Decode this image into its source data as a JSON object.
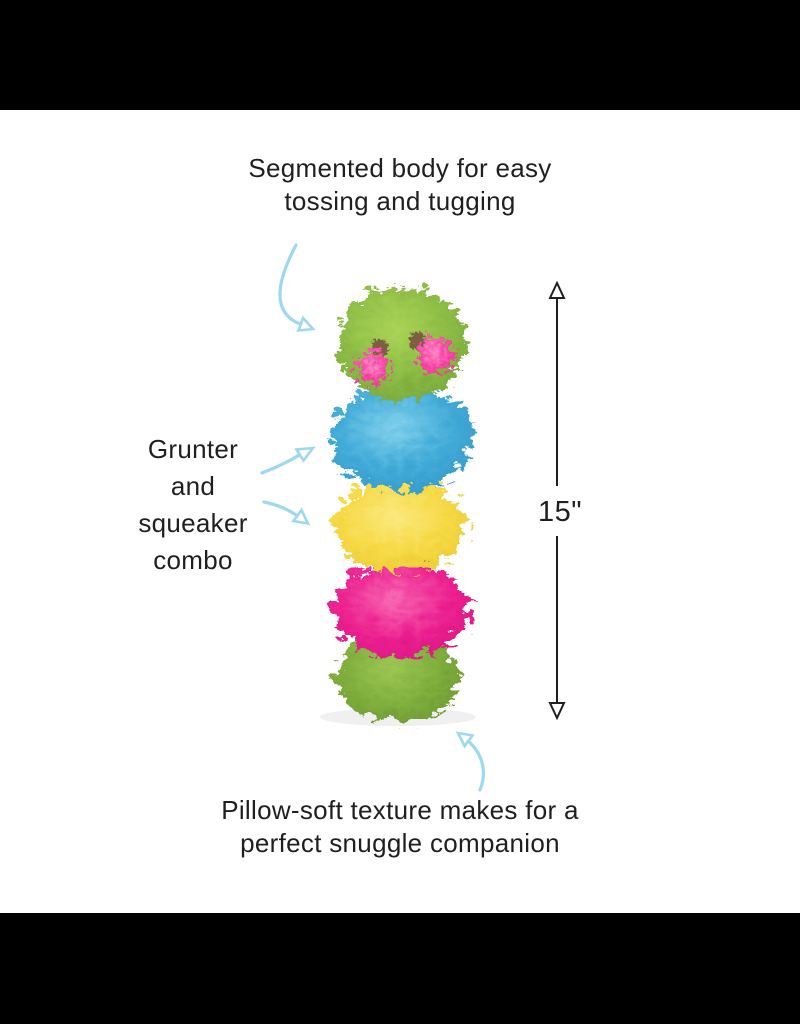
{
  "page": {
    "background_color": "#ffffff",
    "letterbox_color": "#000000",
    "text_color": "#1f1f1f",
    "accent_arrow_color": "#9ed7f0"
  },
  "annotations": {
    "top": {
      "lines": [
        "Segmented body for easy",
        "tossing and tugging"
      ]
    },
    "left": {
      "lines": [
        "Grunter",
        "and",
        "squeaker",
        "combo"
      ]
    },
    "bottom": {
      "lines": [
        "Pillow-soft texture makes for a",
        "perfect snuggle companion"
      ]
    }
  },
  "measurement": {
    "label": "15\"",
    "line_color": "#1f1f1f"
  },
  "toy": {
    "description": "plush caterpillar dog toy with fuzzy colored segments",
    "segments": [
      {
        "name": "head",
        "color": "#8aba44",
        "light": "#aad456",
        "dark": "#6d9c33"
      },
      {
        "name": "blue-segment",
        "color": "#42abd8",
        "light": "#82d1ec",
        "dark": "#2b92c4"
      },
      {
        "name": "yellow-segment",
        "color": "#f6d944",
        "light": "#fbe97f",
        "dark": "#e4c430"
      },
      {
        "name": "pink-segment",
        "color": "#ec2190",
        "light": "#f868b3",
        "dark": "#d5107e"
      },
      {
        "name": "tail",
        "color": "#7fae3c",
        "light": "#9cc653",
        "dark": "#648e2e"
      }
    ],
    "details": {
      "cheek_tuft_color": "#f43ba0",
      "cheek_tuft_light": "#ff8ac6",
      "eye_color": "#7c5f41"
    }
  }
}
